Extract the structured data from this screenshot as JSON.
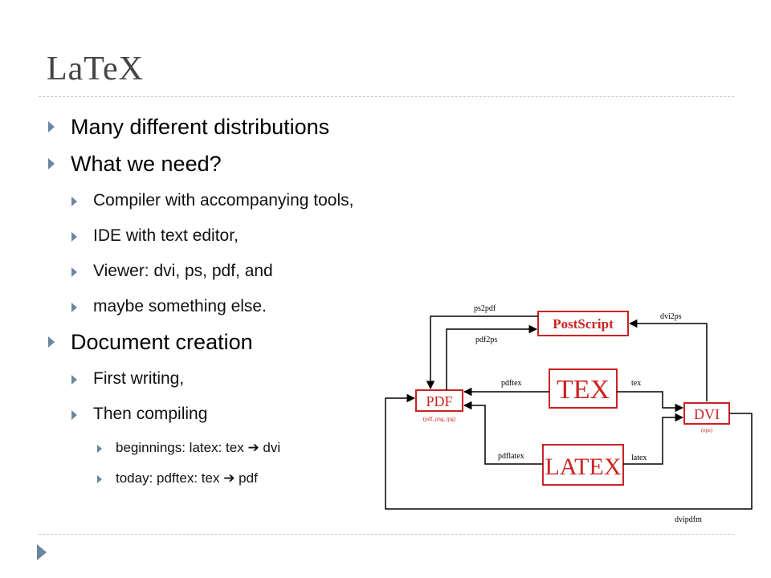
{
  "slide": {
    "title": "LaTeX",
    "bullets": [
      {
        "level": 1,
        "text": "Many different distributions"
      },
      {
        "level": 1,
        "text": "What we need?"
      },
      {
        "level": 2,
        "text": "Compiler with accompanying tools,"
      },
      {
        "level": 2,
        "text": "IDE with text editor,"
      },
      {
        "level": 2,
        "text": "Viewer: dvi, ps, pdf, and"
      },
      {
        "level": 2,
        "text": "maybe something else."
      },
      {
        "level": 1,
        "text": "Document creation"
      },
      {
        "level": 2,
        "text": "First writing,"
      },
      {
        "level": 2,
        "text": "Then compiling"
      },
      {
        "level": 3,
        "text": "beginnings: latex: tex ➔ dvi"
      },
      {
        "level": 3,
        "text": "today: pdftex: tex ➔ pdf"
      }
    ]
  },
  "diagram": {
    "nodes": {
      "postscript": "PostScript",
      "tex": "TEX",
      "latex": "LATEX",
      "pdf": "PDF",
      "pdf_sub": "(pdf, png, jpg)",
      "dvi": "DVI",
      "dvi_sub": "(eps)"
    },
    "edges": {
      "ps2pdf": "ps2pdf",
      "pdf2ps": "pdf2ps",
      "dvi2ps": "dvi2ps",
      "pdftex": "pdftex",
      "tex": "tex",
      "pdflatex": "pdflatex",
      "latex": "latex",
      "dvipdfm": "dvipdfm"
    },
    "colors": {
      "node_border": "#cc2222",
      "node_text": "#cc2222",
      "line": "#000000"
    }
  }
}
